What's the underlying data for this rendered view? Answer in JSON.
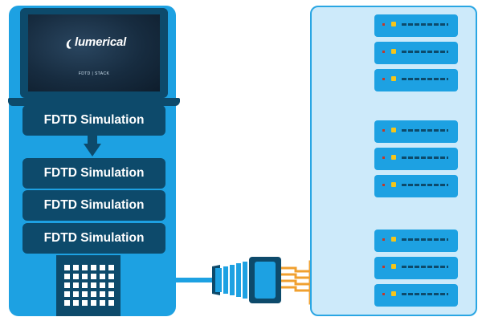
{
  "laptop": {
    "brand_text": "lumerical",
    "screen_caption": "FDTD | STACK"
  },
  "simulations": [
    {
      "label": "FDTD Simulation"
    },
    {
      "label": "FDTD Simulation"
    },
    {
      "label": "FDTD Simulation"
    },
    {
      "label": "FDTD Simulation"
    }
  ],
  "server_groups": [
    {
      "units": 3
    },
    {
      "units": 3
    },
    {
      "units": 3
    }
  ],
  "colors": {
    "primary_blue": "#1da1e2",
    "dark_navy": "#0d4a6b",
    "light_panel": "#cdeafa",
    "plug_orange": "#f0a030",
    "led_yellow": "#f5c518"
  },
  "icons": [
    "lumerical-logo-icon",
    "down-arrow-icon",
    "keypad-icon",
    "ethernet-cable-icon",
    "server-rack-icon"
  ]
}
